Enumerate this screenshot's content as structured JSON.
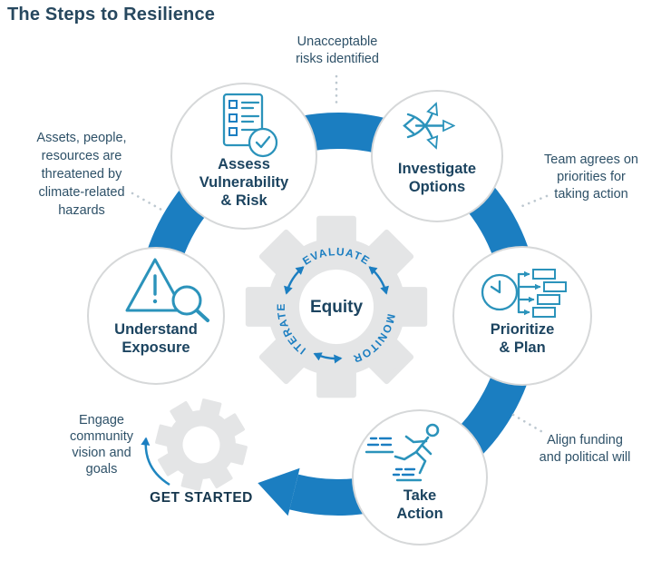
{
  "title": "The Steps to Resilience",
  "center": {
    "hub": "Equity",
    "ring": [
      "EVALUATE",
      "MONITOR",
      "ITERATE"
    ]
  },
  "steps": [
    {
      "key": "assess",
      "lines": [
        "Assess",
        "Vulnerability",
        "& Risk"
      ],
      "icon": "checklist-check-icon"
    },
    {
      "key": "investigate",
      "lines": [
        "Investigate",
        "Options"
      ],
      "icon": "branching-arrows-icon"
    },
    {
      "key": "prioritize",
      "lines": [
        "Prioritize",
        "& Plan"
      ],
      "icon": "clock-timeline-icon"
    },
    {
      "key": "take-action",
      "lines": [
        "Take",
        "Action"
      ],
      "icon": "running-person-icon"
    },
    {
      "key": "understand",
      "lines": [
        "Understand",
        "Exposure"
      ],
      "icon": "warning-magnifier-icon"
    }
  ],
  "annotations": [
    {
      "key": "risks",
      "lines": [
        "Unacceptable",
        "risks identified"
      ]
    },
    {
      "key": "team",
      "lines": [
        "Team agrees on",
        "priorities for",
        "taking action"
      ]
    },
    {
      "key": "funding",
      "lines": [
        "Align funding",
        "and political will"
      ]
    },
    {
      "key": "engage",
      "lines": [
        "Engage",
        "community",
        "vision and",
        "goals"
      ]
    },
    {
      "key": "assets",
      "lines": [
        "Assets, people,",
        "resources are",
        "threatened by",
        "climate-related",
        "hazards"
      ]
    }
  ],
  "get_started": "GET STARTED",
  "colors": {
    "band_blue": "#1b7ec1",
    "icon_blue": "#2b93bb",
    "dark_navy": "#1c4460",
    "annotation_text": "#2e5168",
    "gear_gray": "#e4e5e6",
    "circle_border": "#d6d8d9",
    "dotted_leader": "#bdc8d0"
  }
}
